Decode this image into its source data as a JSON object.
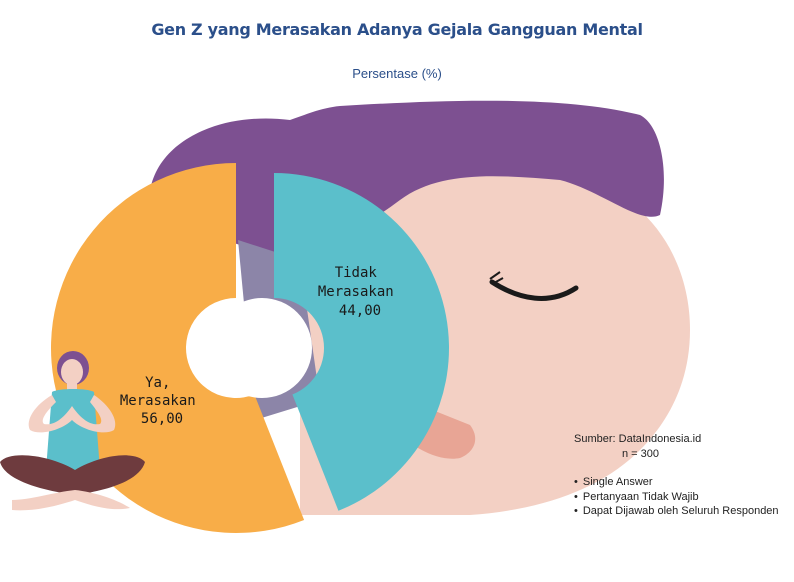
{
  "title": "Gen Z yang Merasakan Adanya Gejala Gangguan Mental",
  "subtitle": "Persentase (%)",
  "chart_data": {
    "type": "pie",
    "title": "Gen Z yang Merasakan Adanya Gejala Gangguan Mental",
    "subtitle": "Persentase (%)",
    "categories": [
      "Ya, Merasakan",
      "Tidak Merasakan"
    ],
    "values": [
      56.0,
      44.0
    ],
    "labels": [
      {
        "lines": [
          "Ya,",
          "Merasakan",
          "56,00"
        ]
      },
      {
        "lines": [
          "Tidak",
          "Merasakan",
          "44,00"
        ]
      }
    ],
    "colors": [
      "#f8ad48",
      "#5bbfcb"
    ],
    "donut": true
  },
  "source": {
    "line": "Sumber: DataIndonesia.id",
    "n": "n = 300"
  },
  "notes": [
    "Single Answer",
    "Pertanyaan Tidak Wajib",
    "Dapat Dijawab oleh Seluruh Responden"
  ],
  "colors": {
    "hair": "#7d5091",
    "skin": "#f3d0c4",
    "neck_shadow": "#e8a595",
    "title_text": "#2b4f8a"
  }
}
